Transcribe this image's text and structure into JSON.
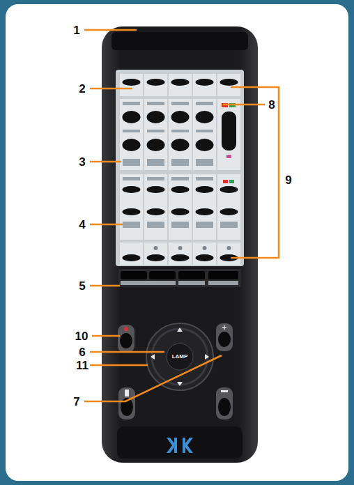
{
  "diagram": {
    "labels": [
      "1",
      "2",
      "8",
      "3",
      "9",
      "4",
      "5",
      "10",
      "6",
      "11",
      "7",
      "LAMP"
    ]
  }
}
